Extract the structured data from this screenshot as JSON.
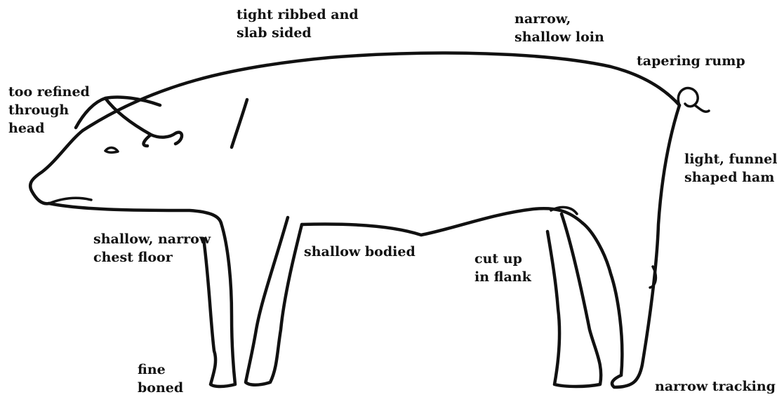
{
  "labels": {
    "ribs": [
      "tight ribbed and",
      "slab sided"
    ],
    "loin": [
      "narrow,",
      "shallow loin"
    ],
    "rump": [
      "tapering rump"
    ],
    "head": [
      "too refined",
      "through",
      "head"
    ],
    "ham": [
      "light, funnel",
      "shaped ham"
    ],
    "chest": [
      "shallow, narrow",
      "chest floor"
    ],
    "body": [
      "shallow bodied"
    ],
    "flank": [
      "cut up",
      "in flank"
    ],
    "bone": [
      "fine",
      "boned"
    ],
    "tracking": [
      "narrow tracking"
    ]
  },
  "colors": {
    "ink": "#111111",
    "background": "#ffffff"
  }
}
